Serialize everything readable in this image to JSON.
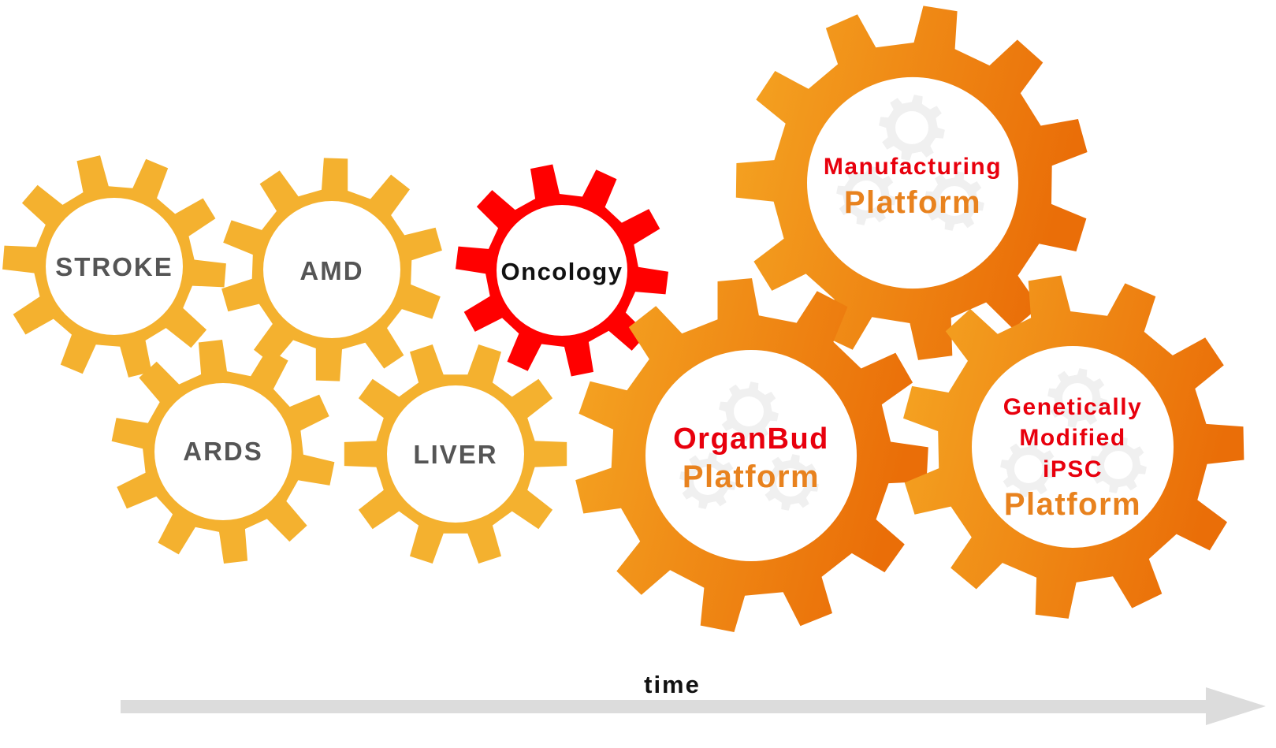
{
  "colors": {
    "small_gear": "#f4b12f",
    "oncology_gear": "#ff0000",
    "platform_gear_light": "#f5a623",
    "platform_gear_dark": "#ea6e08",
    "gear_inner": "#ffffff",
    "watermark_gear": "#f0f0f0",
    "label_gray": "#555555",
    "label_red": "#e8000d",
    "label_orange": "#e8821e",
    "arrow": "#dcdcdc"
  },
  "gears": {
    "stroke": {
      "label": "STROKE"
    },
    "amd": {
      "label": "AMD"
    },
    "ards": {
      "label": "ARDS"
    },
    "liver": {
      "label": "LIVER"
    },
    "oncology": {
      "label": "Oncology"
    },
    "manufacturing": {
      "line1": "Manufacturing",
      "line2": "Platform"
    },
    "organbud": {
      "line1": "OrganBud",
      "line2": "Platform"
    },
    "ipsc": {
      "line1": "Genetically",
      "line2": "Modified",
      "line3": "iPSC",
      "line4": "Platform"
    }
  },
  "timeline": {
    "label": "time"
  },
  "icons": {
    "watermark": "gears-icon"
  }
}
